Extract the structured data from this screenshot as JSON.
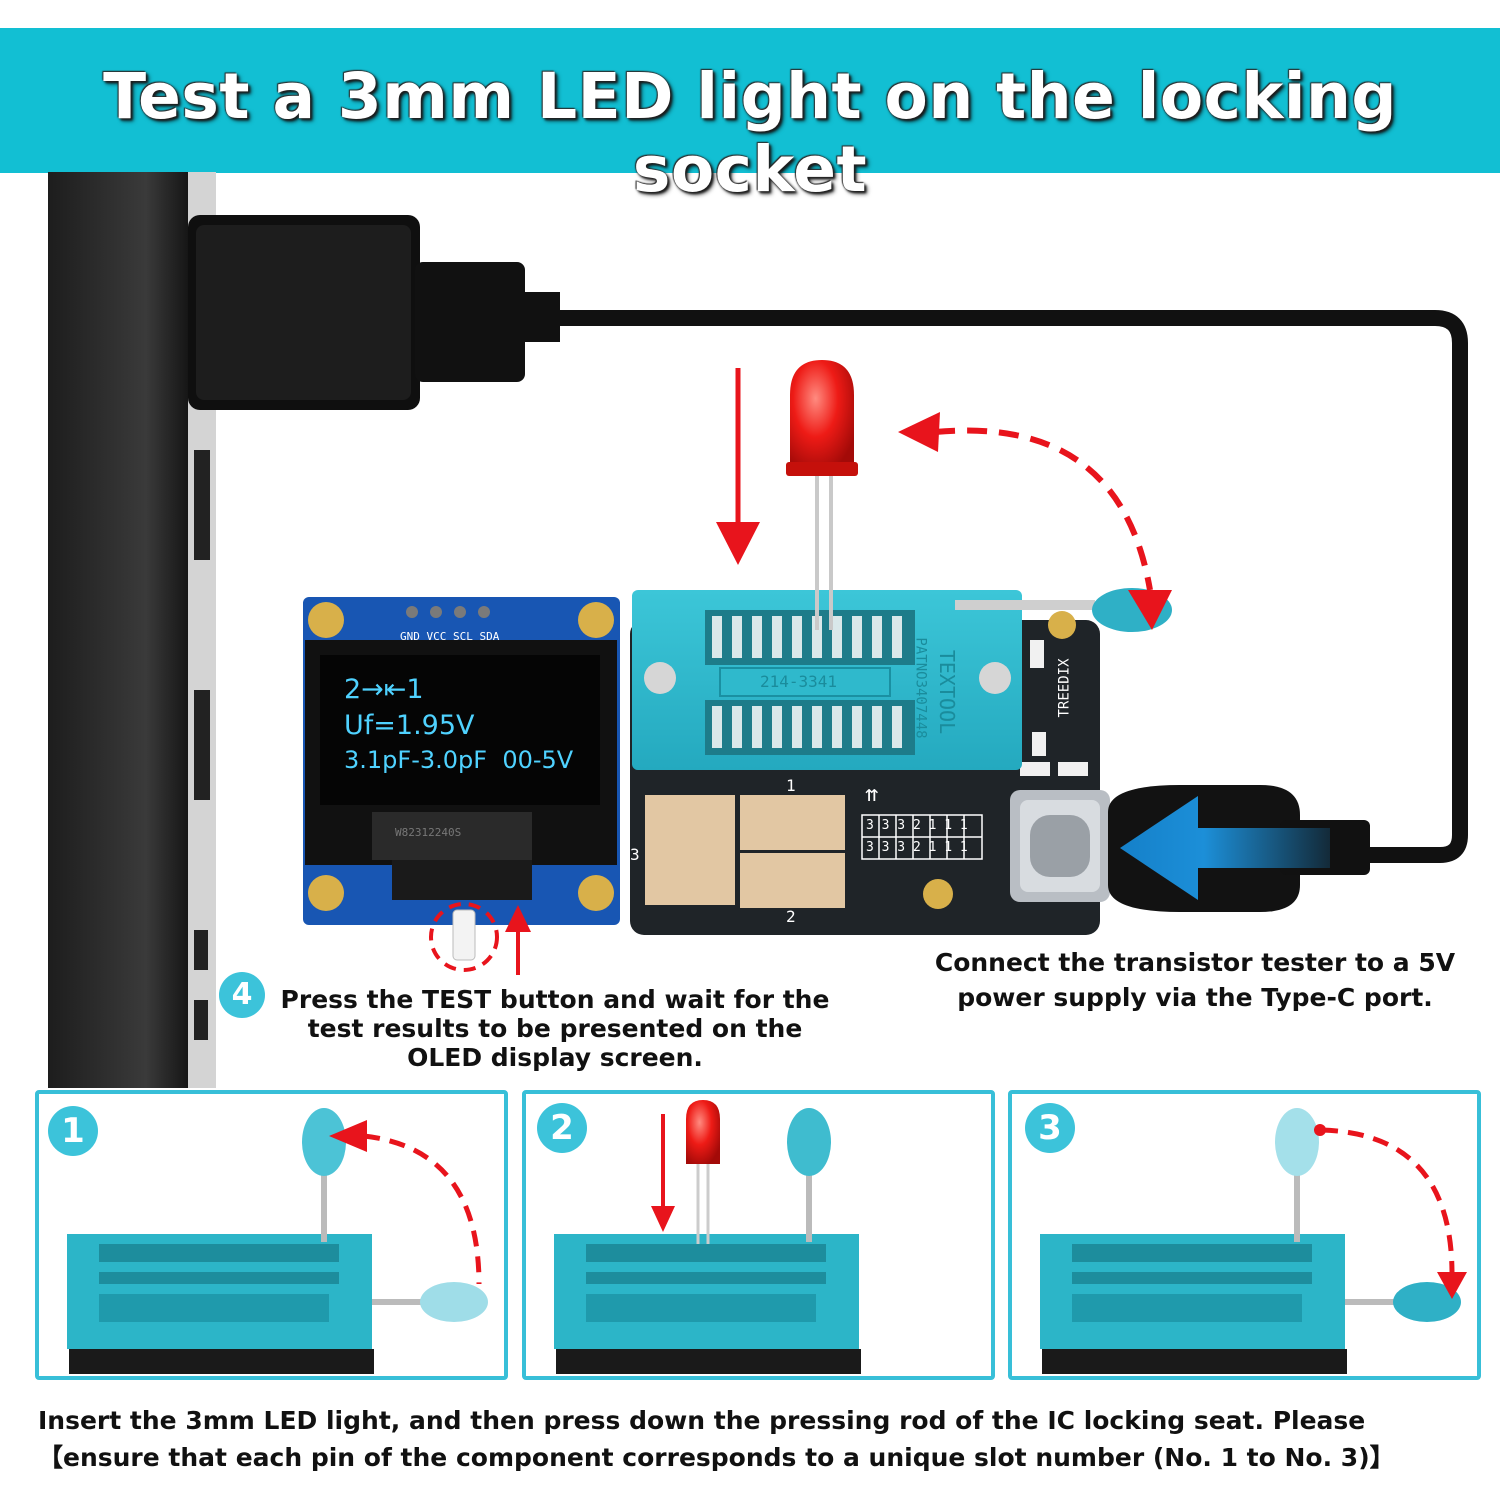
{
  "title": "Test a 3mm LED light on the locking socket",
  "oled": {
    "line1": "2→⇤1",
    "line2": "Uf=1.95V",
    "line3": "3.1pF-3.0pF  00-5V"
  },
  "module_pins": "GND VCC SCL SDA",
  "socket_label": "214-3341",
  "socket_brand": "TEXTOOL",
  "socket_patent": "PATNO3407448",
  "board_brand": "TREEDIX",
  "slot_numbers": [
    "1",
    "2",
    "3"
  ],
  "slot_grid": "3 3 3 2 1 1 1",
  "slot_grid_arrows": "⇈",
  "oled_code": "W82312240S",
  "captions": {
    "step4_number": "4",
    "step4_text": "Press the TEST button and wait for the test results to be presented on the OLED display screen.",
    "power_text": "Connect the transistor tester to a 5V power supply via the Type-C port."
  },
  "steps": [
    {
      "number": "1"
    },
    {
      "number": "2"
    },
    {
      "number": "3"
    }
  ],
  "footer": "Insert the 3mm LED light, and then press down the pressing rod of the IC locking seat. Please 【ensure that each pin of the component corresponds to a unique slot number (No. 1 to No. 3)】",
  "colors": {
    "banner": "#12bfd3",
    "accent_red": "#e8141c",
    "socket_teal": "#2fb9cc",
    "pcb_dark": "#1f2428",
    "blue_arrow": "#1c8fd8"
  }
}
